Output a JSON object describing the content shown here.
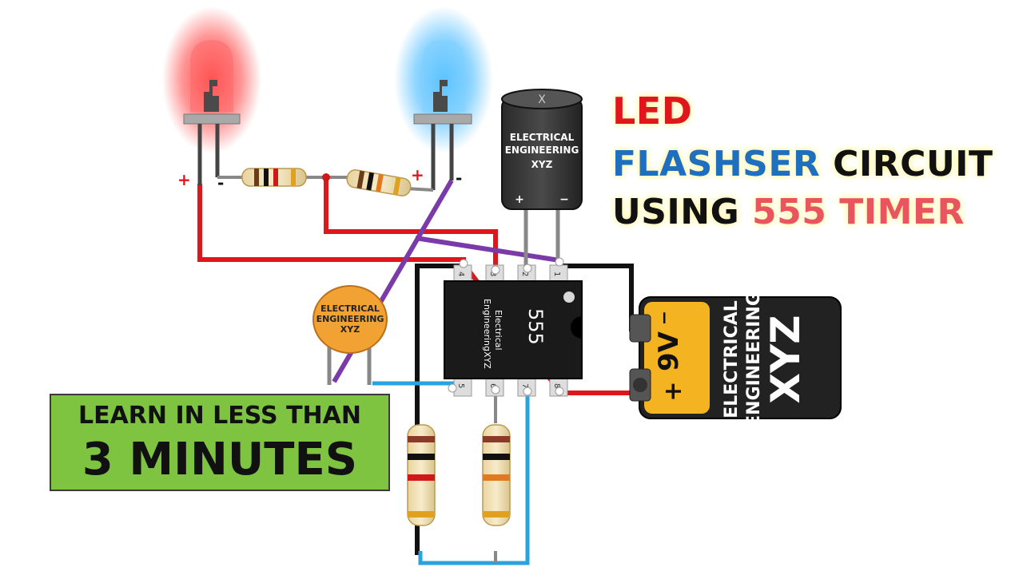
{
  "title": {
    "line1": [
      {
        "text": "LED",
        "color": "#e0161d"
      }
    ],
    "line2": [
      {
        "text": "FLASHSER",
        "color": "#1f6fc0"
      },
      {
        "text": " CIRCUIT",
        "color": "#111111"
      }
    ],
    "line3": [
      {
        "text": "USING",
        "color": "#111111"
      },
      {
        "text": " 555 TIMER",
        "color": "#e85560"
      }
    ]
  },
  "banner": {
    "line1": "LEARN IN LESS THAN",
    "line2": "3 MINUTES"
  },
  "capacitor": {
    "line1": "ELECTRICAL",
    "line2": "ENGINEERING",
    "line3": "XYZ",
    "mark": "X"
  },
  "ceramic_cap": {
    "line1": "ELECTRICAL",
    "line2": "ENGINEERING",
    "line3": "XYZ"
  },
  "ic": {
    "label": "555",
    "brand_line1": "Electrical",
    "brand_line2": "EngineeringXYZ",
    "pins_top": [
      "4",
      "3",
      "2",
      "1"
    ],
    "pins_bottom": [
      "5",
      "6",
      "7",
      "8"
    ]
  },
  "battery": {
    "voltage": "9V",
    "brand_line1": "ELECTRICAL",
    "brand_line2": "ENGINEERING",
    "brand_line3": "XYZ",
    "plus": "+",
    "minus": "−"
  },
  "led_red": {
    "plus": "+",
    "minus": "-",
    "color": "#ff2a2a"
  },
  "led_blue": {
    "plus": "+",
    "minus": "-",
    "color": "#2aa8ff"
  },
  "wire_colors": {
    "red": "#e0161d",
    "black": "#111111",
    "blue": "#29a3e0",
    "purple": "#7a3aa8"
  },
  "electrolytic": {
    "plus": "+",
    "minus": "−"
  }
}
